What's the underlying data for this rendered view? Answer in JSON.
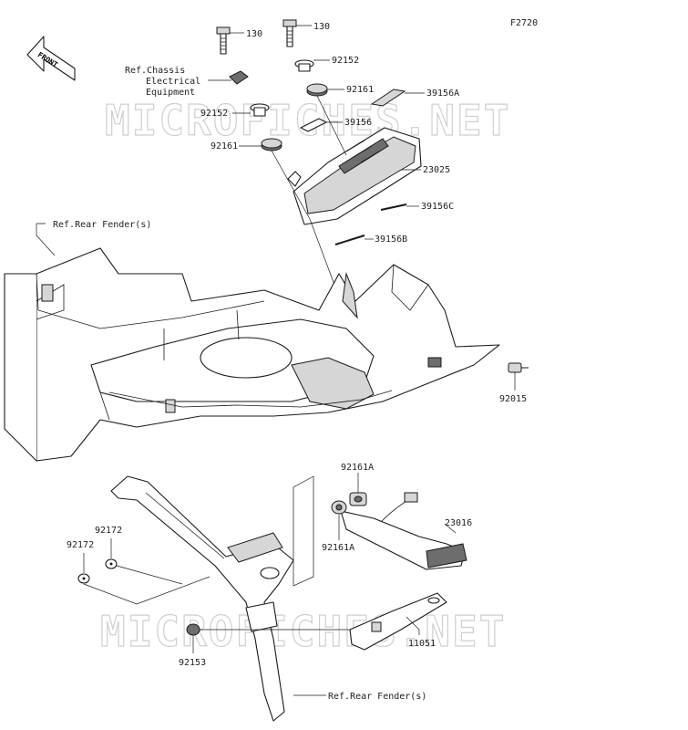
{
  "figure_code": "F2720",
  "front_arrow": "FRONT",
  "watermark": "MICROFICHES.NET",
  "refs": {
    "chassis_line1": "Ref.Chassis",
    "chassis_line2": "Electrical",
    "chassis_line3": "Equipment",
    "rear_fender_top": "Ref.Rear Fender(s)",
    "rear_fender_bottom": "Ref.Rear Fender(s)"
  },
  "parts": [
    {
      "id": "130-left",
      "label": "130"
    },
    {
      "id": "130-right",
      "label": "130"
    },
    {
      "id": "92152-right",
      "label": "92152"
    },
    {
      "id": "92161-right",
      "label": "92161"
    },
    {
      "id": "39156A",
      "label": "39156A"
    },
    {
      "id": "92152-left",
      "label": "92152"
    },
    {
      "id": "39156",
      "label": "39156"
    },
    {
      "id": "92161-left",
      "label": "92161"
    },
    {
      "id": "23025",
      "label": "23025"
    },
    {
      "id": "39156C",
      "label": "39156C"
    },
    {
      "id": "39156B",
      "label": "39156B"
    },
    {
      "id": "92015",
      "label": "92015"
    },
    {
      "id": "92161A-top",
      "label": "92161A"
    },
    {
      "id": "92161A-bottom",
      "label": "92161A"
    },
    {
      "id": "23016",
      "label": "23016"
    },
    {
      "id": "92172-right",
      "label": "92172"
    },
    {
      "id": "92172-left",
      "label": "92172"
    },
    {
      "id": "11051",
      "label": "11051"
    },
    {
      "id": "92153",
      "label": "92153"
    }
  ]
}
